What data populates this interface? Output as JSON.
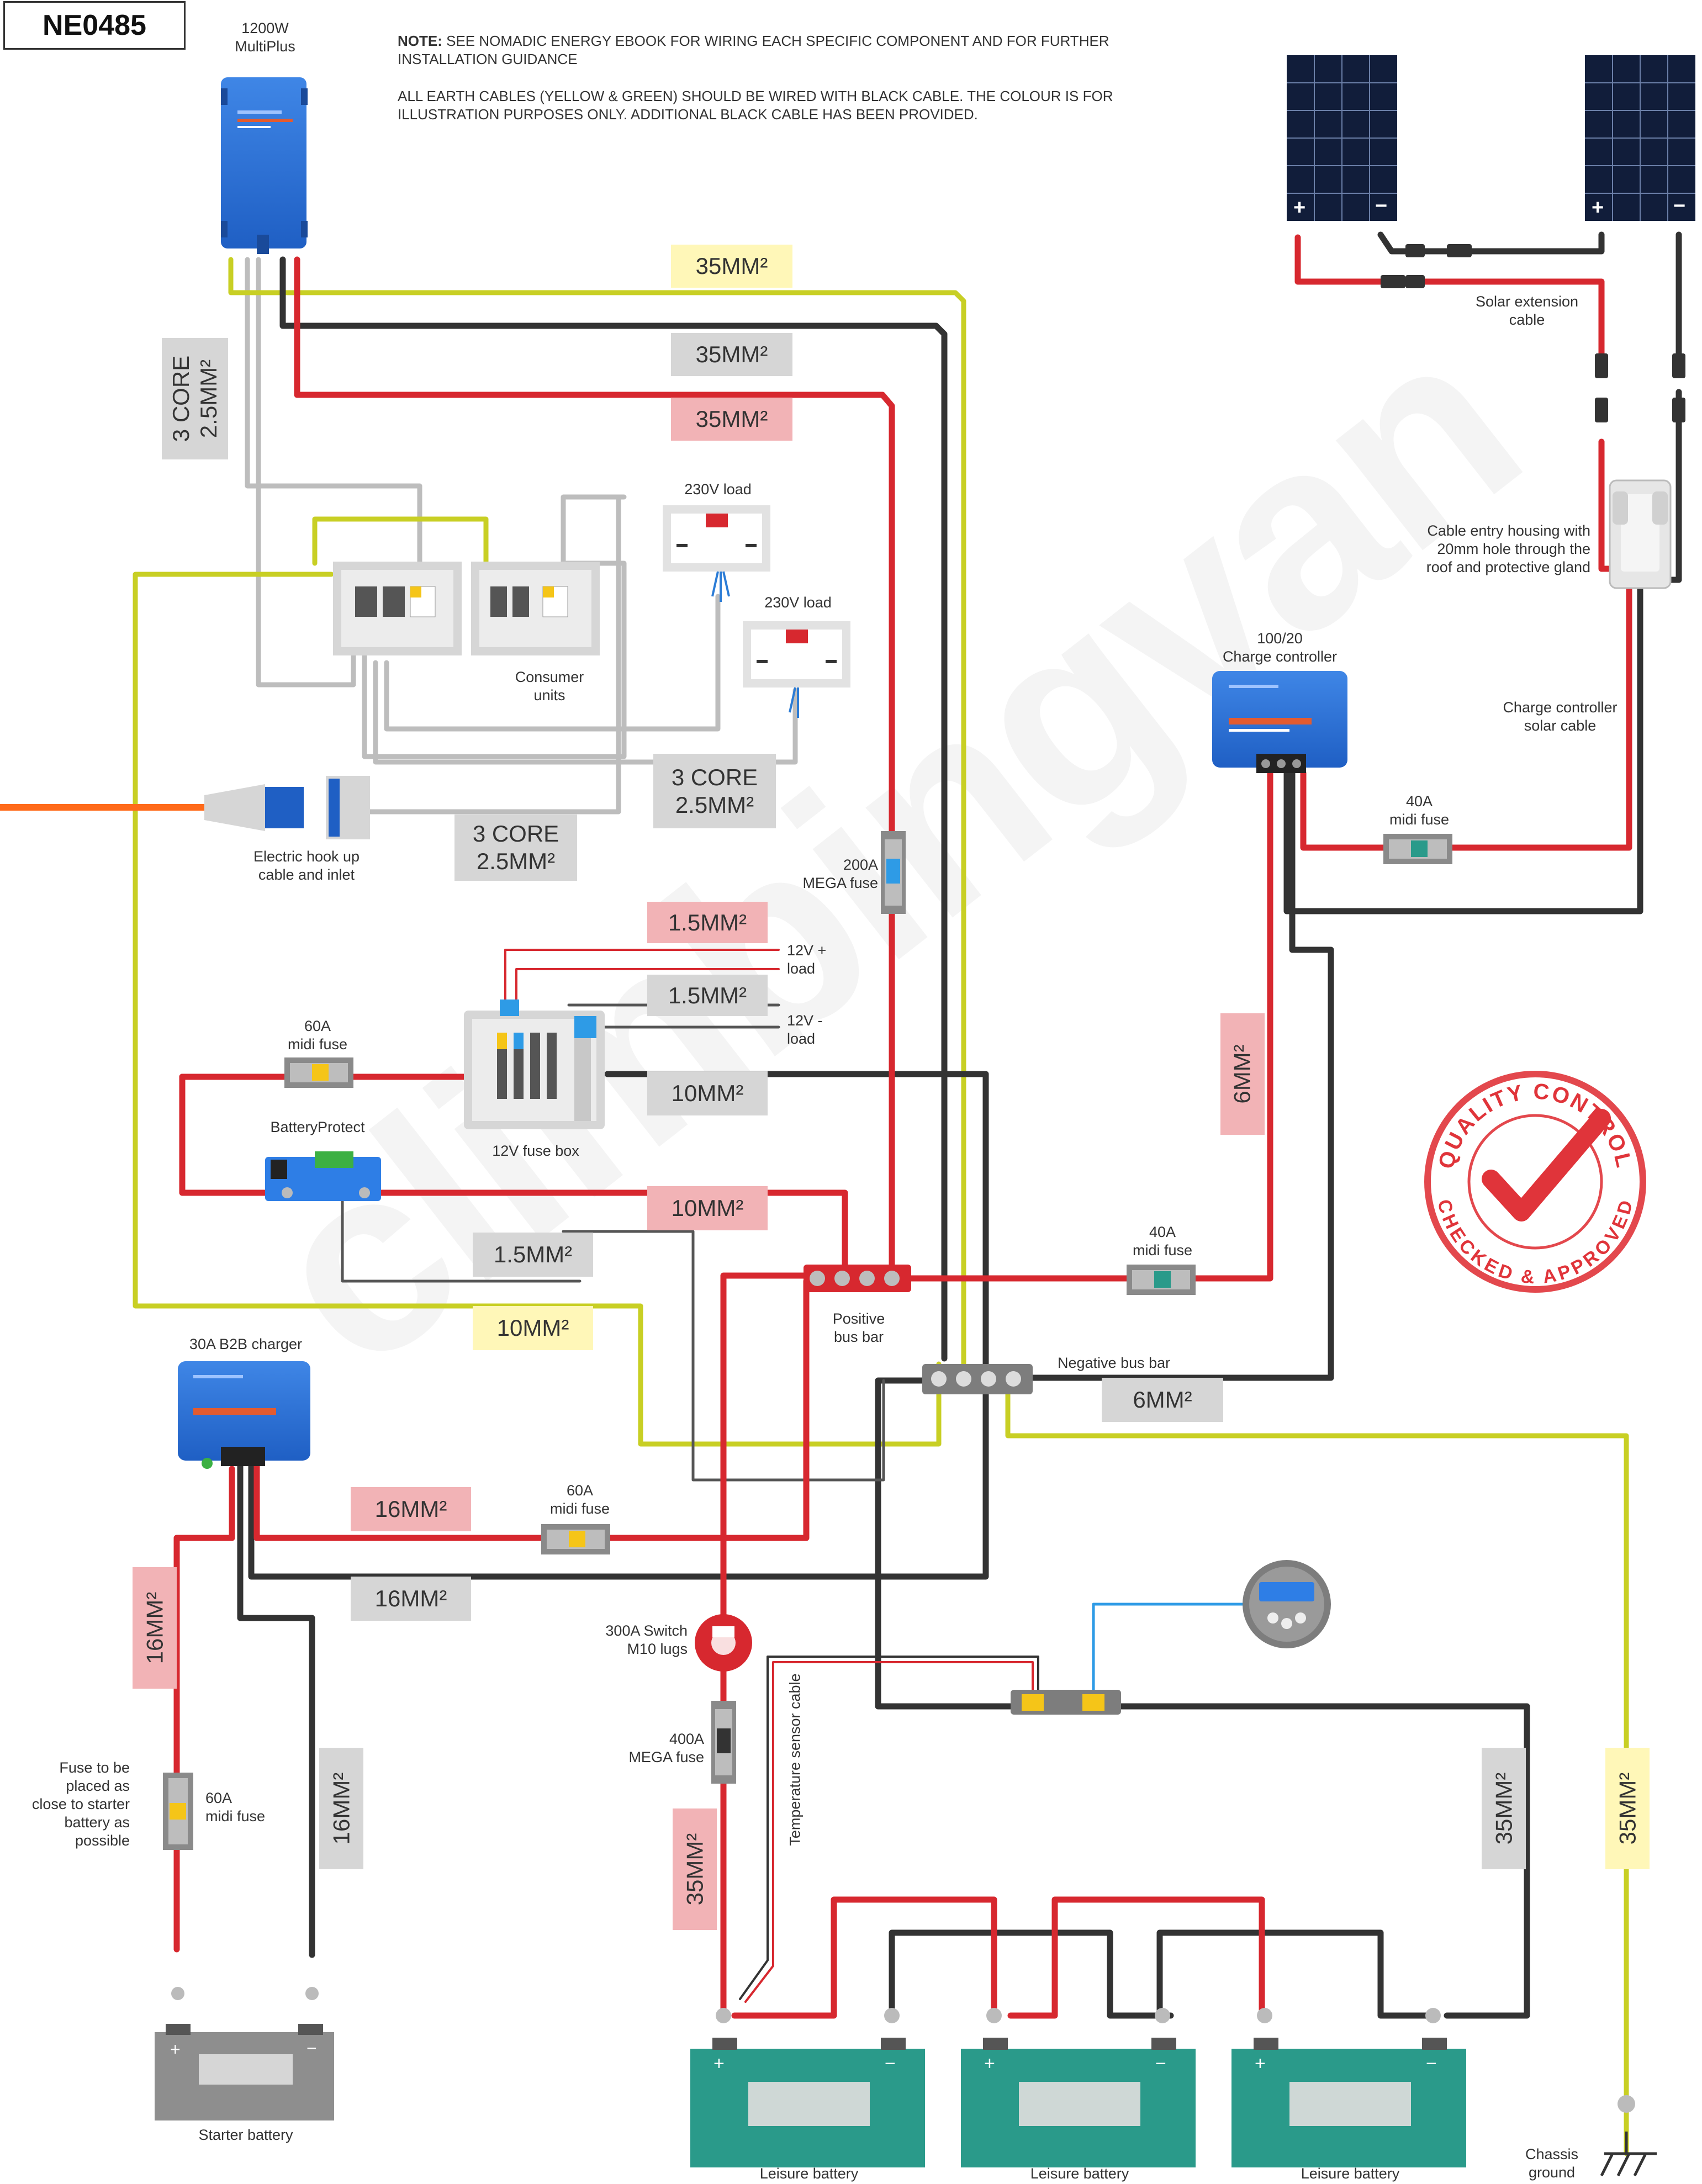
{
  "diagram_id": "NE0485",
  "notes": {
    "note_bold": "NOTE:",
    "note_text": " SEE NOMADIC ENERGY EBOOK FOR WIRING EACH SPECIFIC COMPONENT AND FOR FURTHER INSTALLATION GUIDANCE",
    "earth_text": "ALL EARTH CABLES (YELLOW & GREEN) SHOULD BE WIRED WITH BLACK CABLE. THE COLOUR IS FOR ILLUSTRATION PURPOSES ONLY. ADDITIONAL BLACK CABLE HAS BEEN PROVIDED."
  },
  "components": {
    "multiplus": "1200W\nMultiPlus",
    "consumer_units": "Consumer\nunits",
    "load_230_a": "230V load",
    "load_230_b": "230V load",
    "hookup": "Electric hook up\ncable and inlet",
    "solar_ext": "Solar extension\ncable",
    "cable_entry": "Cable entry housing with\n20mm hole through the\nroof and protective gland",
    "charge_controller": "100/20\nCharge controller",
    "cc_solar_cable": "Charge controller\nsolar cable",
    "midi_40a_top": "40A\nmidi fuse",
    "mega_200a": "200A\nMEGA fuse",
    "load_12_pos": "12V +\nload",
    "load_12_neg": "12V -\nload",
    "midi_60a_left": "60A\nmidi fuse",
    "battery_protect": "BatteryProtect",
    "fuse_box": "12V fuse box",
    "midi_40a_mid": "40A\nmidi fuse",
    "pos_bus": "Positive\nbus bar",
    "neg_bus": "Negative bus bar",
    "b2b": "30A B2B charger",
    "midi_60a_b2b": "60A\nmidi fuse",
    "switch_300a": "300A Switch\nM10 lugs",
    "mega_400a": "400A\nMEGA fuse",
    "temp_sensor": "Temperature sensor cable",
    "fuse_note": "Fuse to be\nplaced as\nclose to starter\nbattery as\npossible",
    "midi_60a_starter": "60A\nmidi fuse",
    "starter_battery": "Starter battery",
    "leisure_1": "Leisure battery",
    "leisure_2": "Leisure battery",
    "leisure_3": "Leisure battery",
    "chassis": "Chassis\nground"
  },
  "cable_sizes": {
    "yellow_35_top": "35MM²",
    "black_35_top": "35MM²",
    "red_35_top": "35MM²",
    "core3_a": "3 CORE\n2.5MM²",
    "core3_b": "3 CORE\n2.5MM²",
    "core3_c": "3 CORE\n2.5MM²",
    "pos_1_5": "1.5MM²",
    "neg_1_5": "1.5MM²",
    "neg_10": "10MM²",
    "red_10": "10MM²",
    "grey_1_5": "1.5MM²",
    "yel_10": "10MM²",
    "cc_6": "6MM²",
    "neg_6": "6MM²",
    "red_16": "16MM²",
    "black_16": "16MM²",
    "red_16_v": "16MM²",
    "black_16_v": "16MM²",
    "red_35_v": "35MM²",
    "black_35_v": "35MM²",
    "yel_35_v": "35MM²"
  },
  "stamp": {
    "top_text": "QUALITY CONTROL",
    "bottom_text": "CHECKED & APPROVED"
  },
  "watermark": "climbingvan",
  "colors": {
    "red_cable": "#d7282f",
    "black_cable": "#333333",
    "yellow_cable": "#c8cf24",
    "grey_cable": "#bdbdbd",
    "blue_device": "#2a6fd6",
    "leisure_battery": "#2a9a8a",
    "hookup_cable": "#ff6a1a",
    "stamp_red": "#e0343a"
  }
}
